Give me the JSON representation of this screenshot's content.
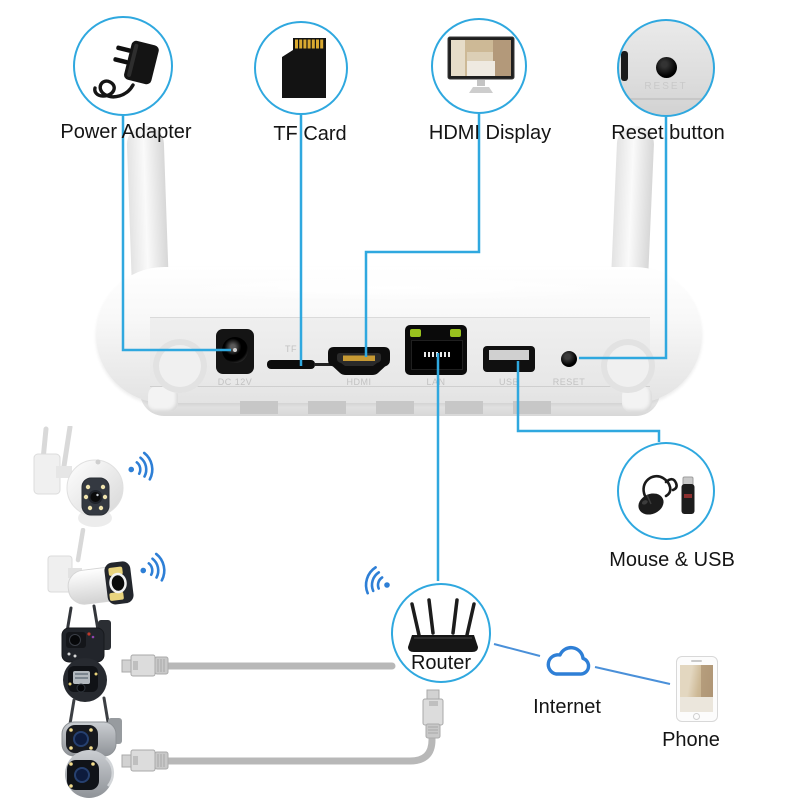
{
  "diagram_title": "wireless NVR connection diagram",
  "colors": {
    "callout_blue": "#2FA8DF",
    "wifi_blue": "#2E7FD6",
    "led_green": "#98C11E",
    "pin_gold": "#D9A930",
    "ink": "#141414"
  },
  "top_items": [
    {
      "label": "Power Adapter",
      "icon": "power-adapter-icon"
    },
    {
      "label": "TF Card",
      "icon": "tf-card-icon"
    },
    {
      "label": "HDMI Display",
      "icon": "hdmi-display-icon"
    },
    {
      "label": "Reset button",
      "icon": "reset-button-icon",
      "panel_text": "RESET"
    }
  ],
  "device": {
    "kind": "wireless NVR / router back panel",
    "ports": [
      {
        "label": "DC 12V"
      },
      {
        "label": "TF"
      },
      {
        "label": "HDMI"
      },
      {
        "label": "LAN"
      },
      {
        "label": "USB"
      },
      {
        "label": "RESET"
      }
    ]
  },
  "peripherals": {
    "router_label": "Router",
    "mouse_usb_label": "Mouse & USB",
    "internet_label": "Internet",
    "phone_label": "Phone"
  }
}
